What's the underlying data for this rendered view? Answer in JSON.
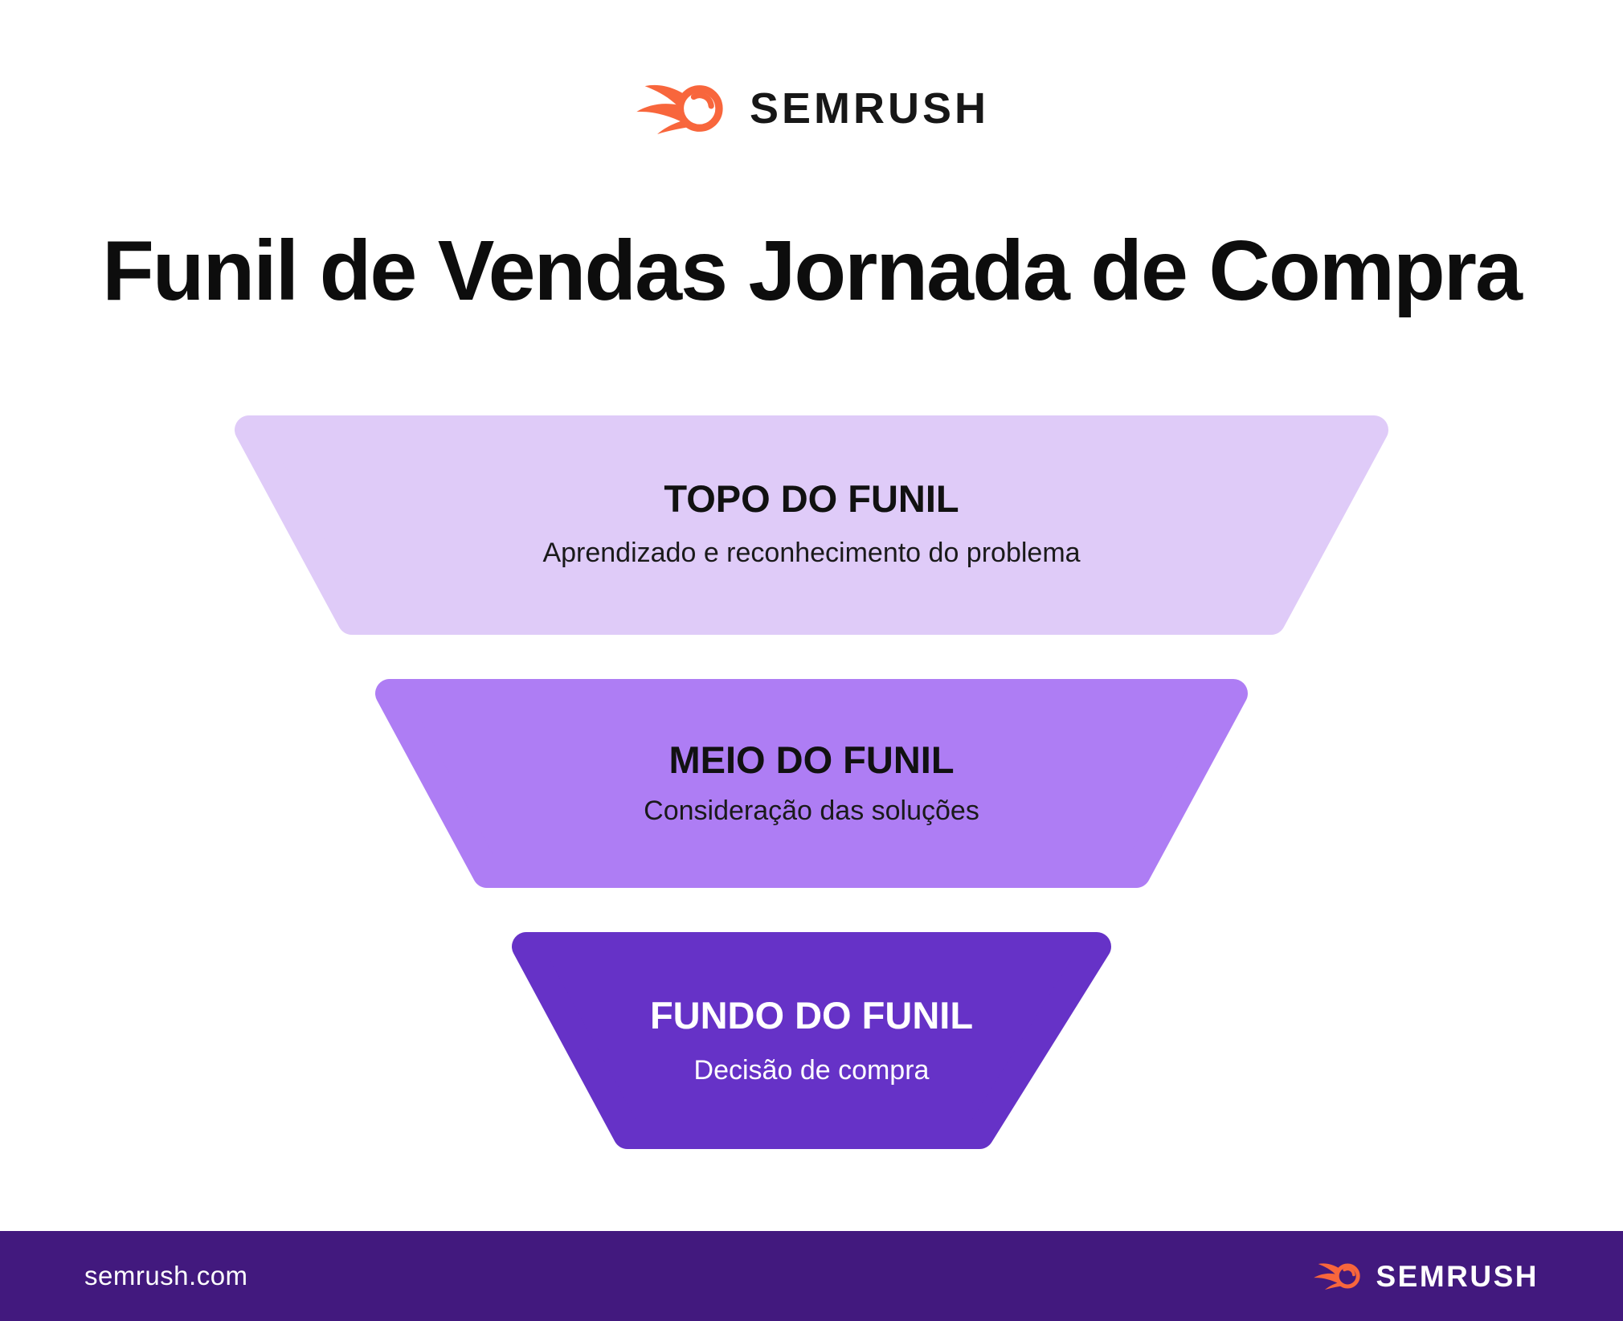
{
  "header": {
    "brand": "SEMRUSH"
  },
  "title": "Funil de Vendas Jornada de Compra",
  "funnel": {
    "stages": [
      {
        "heading": "TOPO DO FUNIL",
        "description": "Aprendizado e reconhecimento do problema",
        "color": "#DFCBF8",
        "text_color": "#111111"
      },
      {
        "heading": "MEIO DO FUNIL",
        "description": "Consideração das soluções",
        "color": "#AE7DF4",
        "text_color": "#111111"
      },
      {
        "heading": "FUNDO DO FUNIL",
        "description": "Decisão de compra",
        "color": "#6632C7",
        "text_color": "#FFFFFF"
      }
    ]
  },
  "footer": {
    "website": "semrush.com",
    "brand": "SEMRUSH",
    "background": "#42197E"
  },
  "colors": {
    "page_background": "#FFFFFF",
    "brand_orange": "#F8663C",
    "title_text": "#0D0D0D"
  }
}
